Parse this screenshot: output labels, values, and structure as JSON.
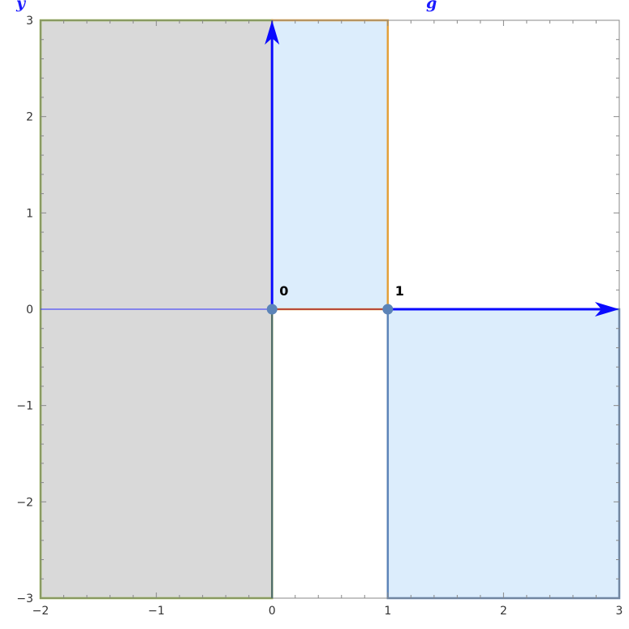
{
  "title": {
    "left_fragment": "y",
    "right_fragment": "g",
    "color": "#1a1aff"
  },
  "axes": {
    "xlim": [
      -2,
      3
    ],
    "ylim": [
      -3,
      3
    ],
    "x_ticks": [
      {
        "value": -2,
        "label": "−2"
      },
      {
        "value": -1,
        "label": "−1"
      },
      {
        "value": 0,
        "label": "0"
      },
      {
        "value": 1,
        "label": "1"
      },
      {
        "value": 2,
        "label": "2"
      },
      {
        "value": 3,
        "label": "3"
      }
    ],
    "y_ticks": [
      {
        "value": -3,
        "label": "−3"
      },
      {
        "value": -2,
        "label": "−2"
      },
      {
        "value": -1,
        "label": "−1"
      },
      {
        "value": 0,
        "label": "0"
      },
      {
        "value": 1,
        "label": "1"
      },
      {
        "value": 2,
        "label": "2"
      },
      {
        "value": 3,
        "label": "3"
      }
    ]
  },
  "regions": [
    {
      "id": "gray-rect",
      "x0": -2,
      "x1": 0,
      "y0": -3,
      "y1": 3,
      "fill": "#d9d9d9",
      "stroke": "#8aac3c"
    },
    {
      "id": "orange-rect",
      "x0": 0,
      "x1": 1,
      "y0": 0,
      "y1": 3,
      "fill": "#dcedfc",
      "stroke": "#e3a03a"
    },
    {
      "id": "blue-rect",
      "x0": 1,
      "x1": 3,
      "y0": -3,
      "y1": 0,
      "fill": "#dcedfc",
      "stroke": "#5c84b8"
    }
  ],
  "segments": {
    "left_axis_line": {
      "x0": -2,
      "y0": 0,
      "x1": 0,
      "y1": 0,
      "color": "#2f2fff"
    },
    "red_segment": {
      "x0": 0,
      "y0": 0,
      "x1": 1,
      "y1": 0,
      "color": "#b84a3a"
    },
    "dark_vertical": {
      "x0": 0,
      "y0": -3,
      "x1": 0,
      "y1": 3,
      "color": "#4a6670"
    }
  },
  "arrows": [
    {
      "id": "arrow-up",
      "x0": 0,
      "y0": 0,
      "x1": 0,
      "y1": 3,
      "color": "#0a0aff"
    },
    {
      "id": "arrow-right",
      "x0": 1,
      "y0": 0,
      "x1": 3,
      "y1": 0,
      "color": "#0a0aff"
    }
  ],
  "points": [
    {
      "x": 0,
      "y": 0,
      "label": "0",
      "color": "#5c84b8"
    },
    {
      "x": 1,
      "y": 0,
      "label": "1",
      "color": "#5c84b8"
    }
  ]
}
